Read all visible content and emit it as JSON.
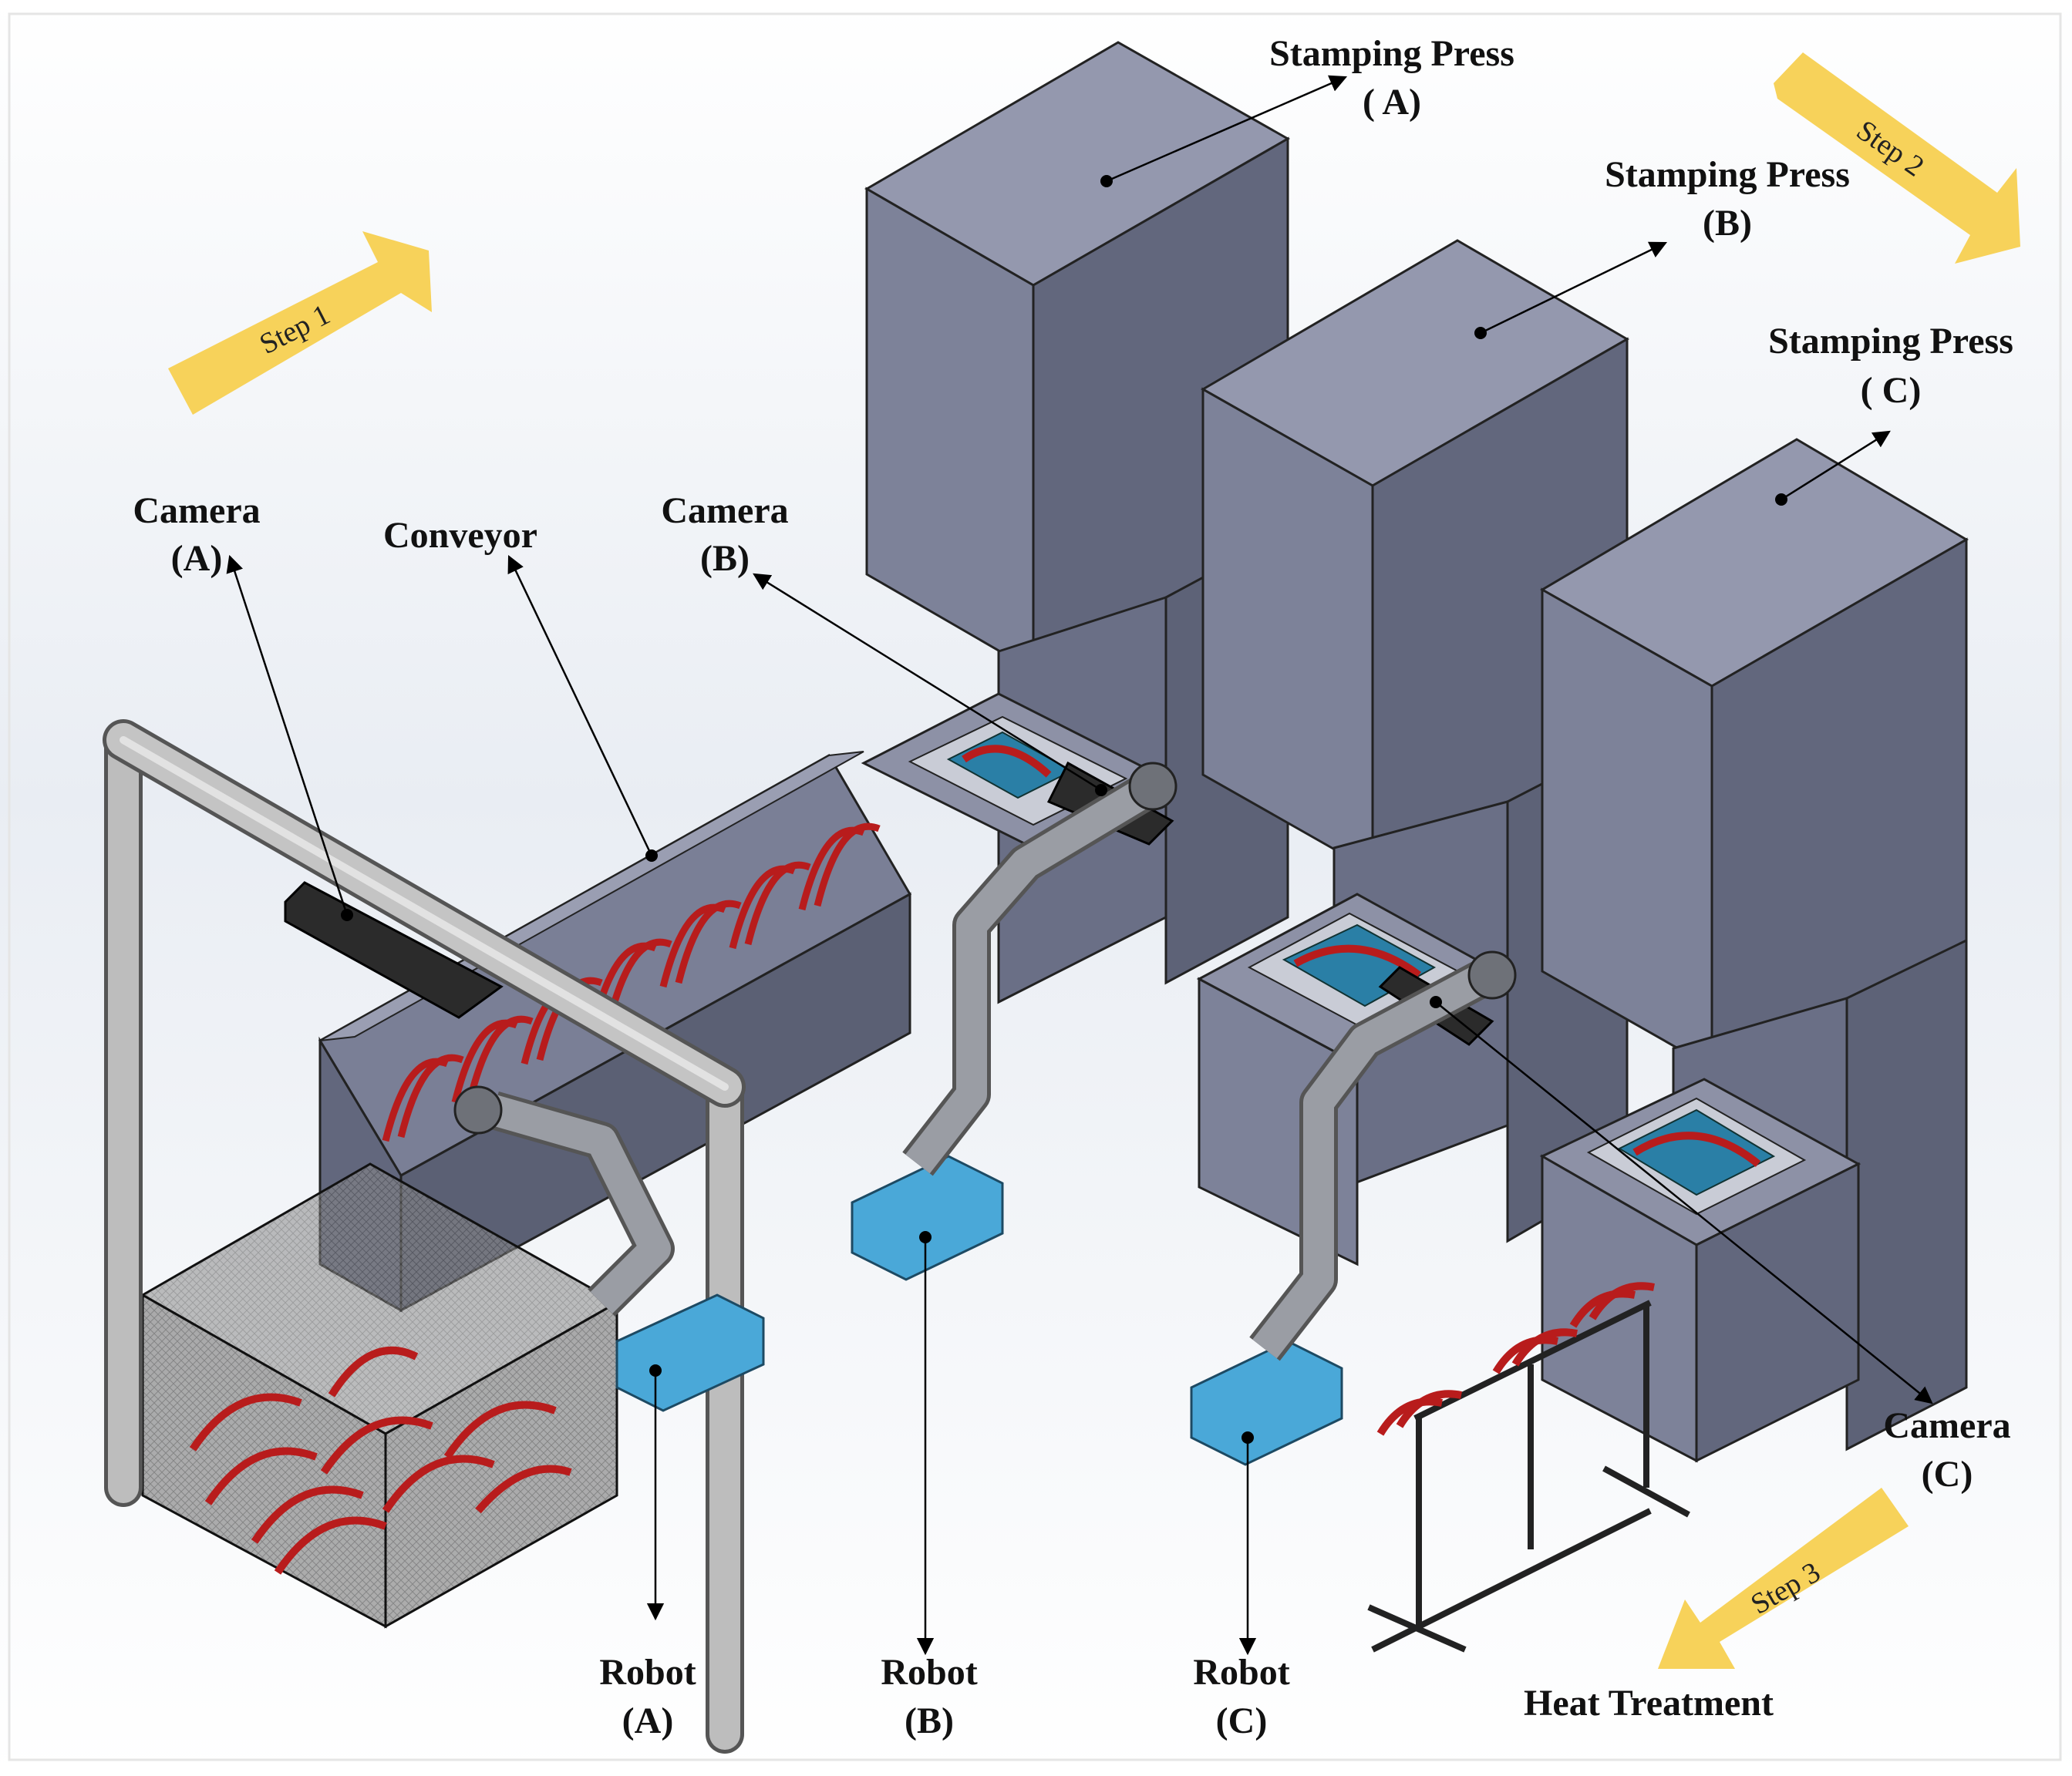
{
  "labels": {
    "stamping_press_a": [
      "Stamping Press",
      "( A)"
    ],
    "stamping_press_b": [
      "Stamping Press",
      "(B)"
    ],
    "stamping_press_c": [
      "Stamping Press",
      "( C)"
    ],
    "camera_a": [
      "Camera",
      "(A)"
    ],
    "camera_b": [
      "Camera",
      "(B)"
    ],
    "camera_c": [
      "Camera",
      "(C)"
    ],
    "conveyor": "Conveyor",
    "robot_a": [
      "Robot",
      "(A)"
    ],
    "robot_b": [
      "Robot",
      "(B)"
    ],
    "robot_c": [
      "Robot",
      "(C)"
    ],
    "heat_treatment": "Heat Treatment"
  },
  "steps": {
    "step1": "Step 1",
    "step2": "Step 2",
    "step3": "Step 3"
  },
  "colors": {
    "press_front": "#7a7f96",
    "press_side": "#62677d",
    "press_top": "#9498ae",
    "robot_base": "#4aa8d8",
    "robot_body": "#8c8f96",
    "part_red": "#b81c1c",
    "die_blue": "#2a7fa6",
    "arrow_yellow": "#f7d25a",
    "frame_grey": "#b9b9b9"
  }
}
